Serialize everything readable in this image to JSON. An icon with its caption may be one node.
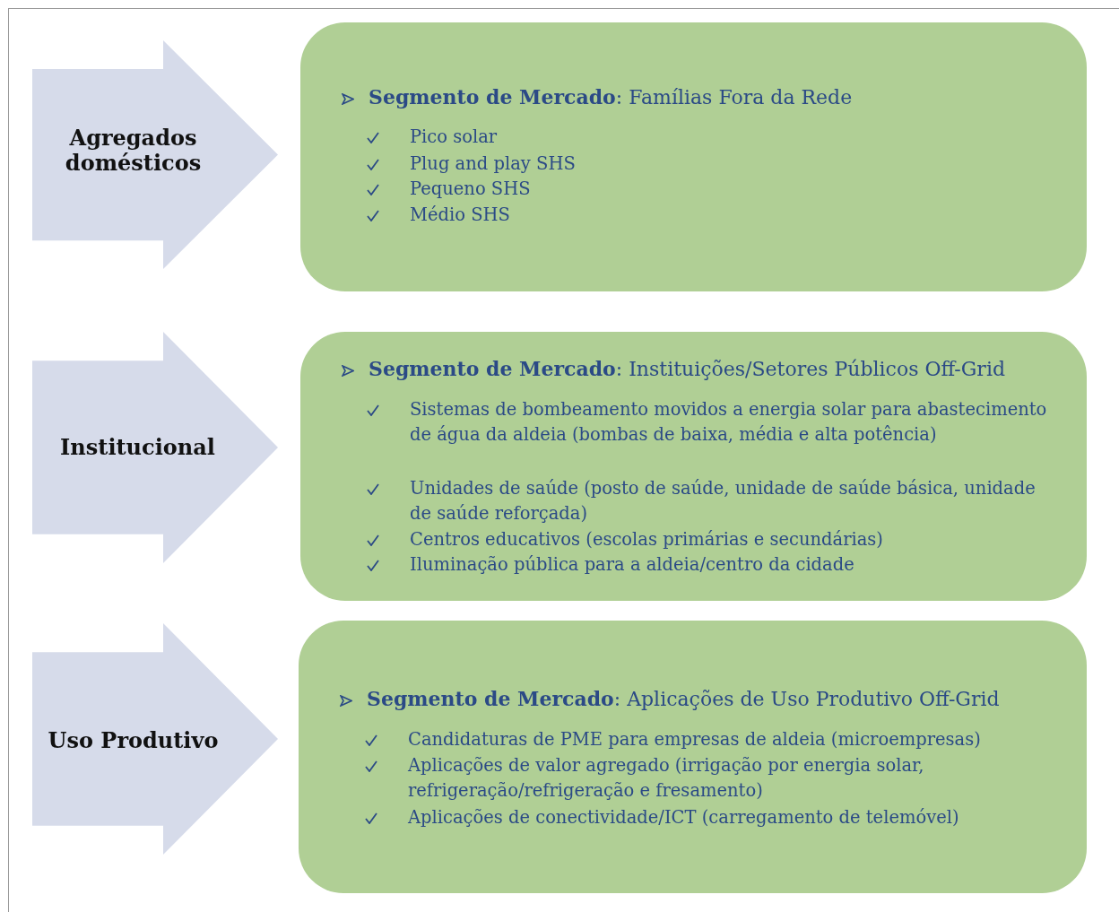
{
  "diagram": {
    "nodes": [
      {
        "text": [
          "Agregados domésticos"
        ]
      },
      {
        "text": [
          "**Segmento de Mercado**: Famílias Fora da Rede",
          "Pico solar",
          "Plug and play SHS",
          "Pequeno SHS",
          "Médio SHS"
        ]
      },
      {
        "text": [
          "Institucional"
        ]
      },
      {
        "text": [
          "**Segmento de Mercado**: Instituições/Setores Públicos Off-Grid",
          "Sistemas de bombeamento movidos a energia solar para abastecimento de água da aldeia (bombas de baixa, média e alta potência)",
          "Unidades de saúde (posto de saúde, unidade de saúde básica, unidade de saúde reforçada)",
          "Centros educativos (escolas primárias e secundárias)",
          "Iluminação pública para a aldeia/centro da cidade"
        ]
      },
      {
        "text": [
          "Uso Produtivo"
        ]
      },
      {
        "text": [
          "**Segmento de Mercado**: Aplicações de Uso Produtivo Off-Grid",
          "Candidaturas de PME para empresas de aldeia (microempresas)",
          "Aplicações de valor agregado (irrigação por energia solar, refrigeração/refrigeração e fresamento)",
          "Aplicações de conectividade/ICT (carregamento de telemóvel)"
        ]
      }
    ]
  }
}
